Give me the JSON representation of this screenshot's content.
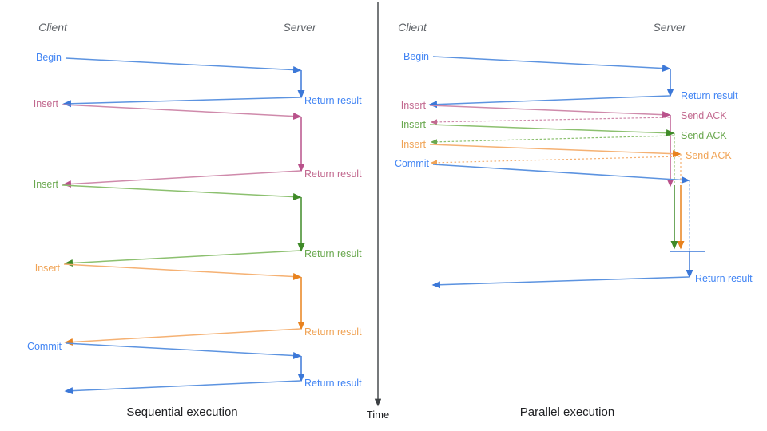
{
  "figure": {
    "title": "",
    "divider_color": "#3c4043",
    "colors": {
      "blue": "#4285f4",
      "blue_dark": "#3c78d8",
      "pink": "#c2698f",
      "green": "#6aa84f",
      "green_light": "#93c47d",
      "orange": "#f1a košt",
      "orange_real": "#f0a355",
      "gray": "#5f6368",
      "black": "#202124"
    }
  },
  "time_axis": {
    "label": "Time",
    "direction": "down"
  },
  "left_panel": {
    "caption": "Sequential execution",
    "lanes": {
      "client": "Client",
      "server": "Server"
    },
    "messages": [
      {
        "id": "l1",
        "from": "client",
        "label": "Begin",
        "color": "blue",
        "style": "solid"
      },
      {
        "id": "l2",
        "from": "server",
        "label": "Return result",
        "color": "blue",
        "style": "solid"
      },
      {
        "id": "l3",
        "from": "client",
        "label": "Insert",
        "color": "pink",
        "style": "solid"
      },
      {
        "id": "l4",
        "from": "server",
        "label": "Return result",
        "color": "pink",
        "style": "solid"
      },
      {
        "id": "l5",
        "from": "client",
        "label": "Insert",
        "color": "green",
        "style": "solid"
      },
      {
        "id": "l6",
        "from": "server",
        "label": "Return result",
        "color": "green",
        "style": "solid"
      },
      {
        "id": "l7",
        "from": "client",
        "label": "Insert",
        "color": "orange",
        "style": "solid"
      },
      {
        "id": "l8",
        "from": "server",
        "label": "Return result",
        "color": "orange",
        "style": "solid"
      },
      {
        "id": "l9",
        "from": "client",
        "label": "Commit",
        "color": "blue",
        "style": "solid"
      },
      {
        "id": "l10",
        "from": "server",
        "label": "Return result",
        "color": "blue",
        "style": "solid"
      }
    ]
  },
  "right_panel": {
    "caption": "Parallel execution",
    "lanes": {
      "client": "Client",
      "server": "Server"
    },
    "messages": [
      {
        "id": "r1",
        "from": "client",
        "label": "Begin",
        "color": "blue",
        "style": "solid"
      },
      {
        "id": "r2",
        "from": "server",
        "label": "Return result",
        "color": "blue",
        "style": "solid"
      },
      {
        "id": "r3",
        "from": "client",
        "label": "Insert",
        "color": "pink",
        "style": "solid"
      },
      {
        "id": "r4",
        "from": "server",
        "label": "Send ACK",
        "color": "pink",
        "style": "dotted"
      },
      {
        "id": "r5",
        "from": "client",
        "label": "Insert",
        "color": "green",
        "style": "solid"
      },
      {
        "id": "r6",
        "from": "server",
        "label": "Send ACK",
        "color": "green",
        "style": "dotted"
      },
      {
        "id": "r7",
        "from": "client",
        "label": "Insert",
        "color": "orange",
        "style": "solid"
      },
      {
        "id": "r8",
        "from": "server",
        "label": "Send ACK",
        "color": "orange",
        "style": "dotted"
      },
      {
        "id": "r9",
        "from": "client",
        "label": "Commit",
        "color": "blue",
        "style": "solid"
      },
      {
        "id": "r10",
        "from": "server",
        "label": "Return result",
        "color": "blue",
        "style": "solid"
      }
    ]
  }
}
